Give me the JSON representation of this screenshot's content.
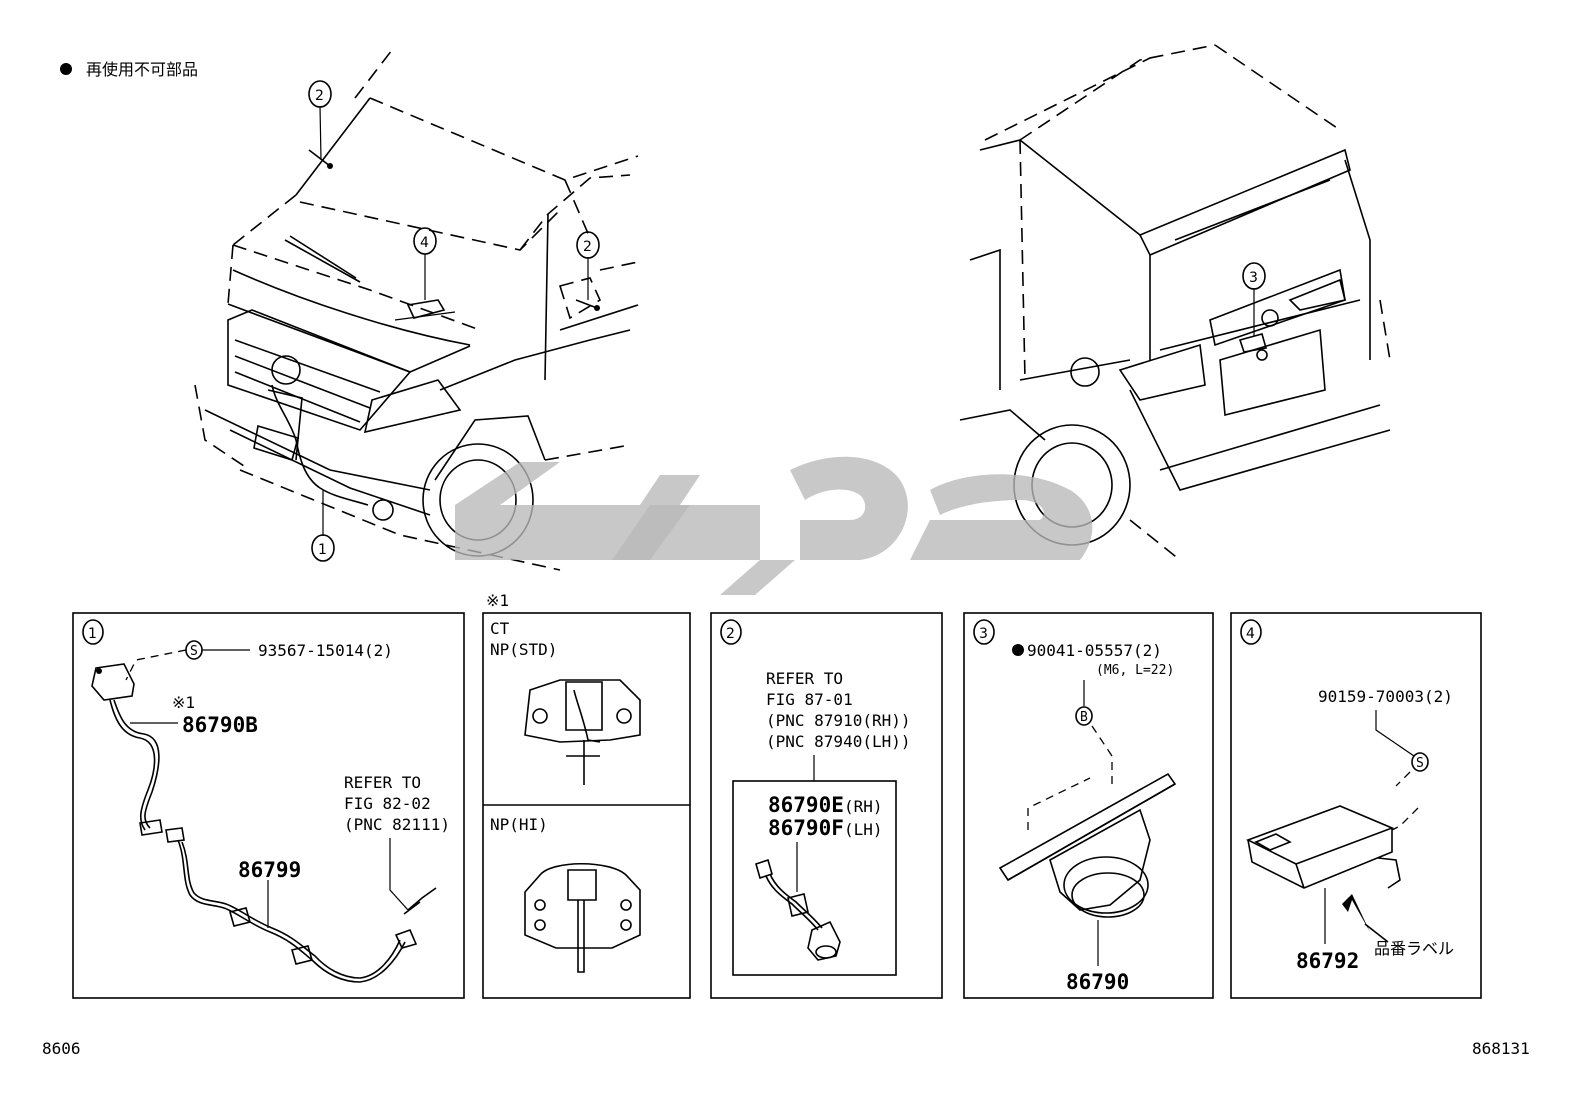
{
  "legend": {
    "text": "再使用不可部品"
  },
  "page_code_left": "8606",
  "page_code_right": "868131",
  "callouts": {
    "c1": "1",
    "c2": "2",
    "c3": "3",
    "c4": "4"
  },
  "panel1": {
    "badge": "1",
    "screw_symbol": "S",
    "screw_part": "93567-15014(2)",
    "note_mark": "※1",
    "part_a": "86790B",
    "part_b": "86799",
    "refer_lines": [
      "REFER TO",
      "FIG 82-02",
      "(PNC 82111)"
    ]
  },
  "panel_ref": {
    "header": "※1",
    "ct": "CT",
    "np_std": "NP(STD)",
    "np_hi": "NP(HI)"
  },
  "panel2": {
    "badge": "2",
    "refer_lines": [
      "REFER TO",
      "FIG 87-01",
      "(PNC 87910(RH))",
      "(PNC 87940(LH))"
    ],
    "part_rh": "86790E",
    "part_rh_tag": "(RH)",
    "part_lh": "86790F",
    "part_lh_tag": "(LH)"
  },
  "panel3": {
    "badge": "3",
    "bolt_part": "90041-05557(2)",
    "bolt_spec": "(M6, L=22)",
    "bolt_symbol": "B",
    "part": "86790"
  },
  "panel4": {
    "badge": "4",
    "screw_part": "90159-70003(2)",
    "screw_symbol": "S",
    "part": "86792",
    "label_note": "品番ラベル"
  },
  "watermark": {
    "style": "arabic-calligraphy-logo",
    "color": "#b9b9b9"
  }
}
